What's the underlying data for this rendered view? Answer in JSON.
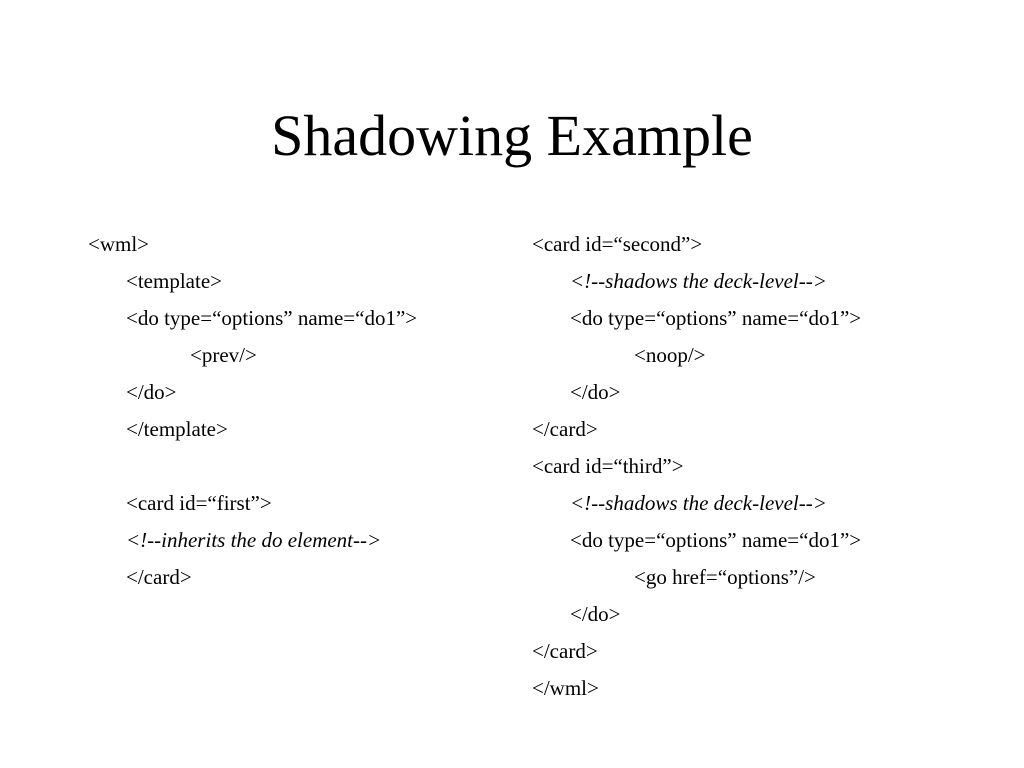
{
  "slide": {
    "title": "Shadowing Example",
    "left_column": [
      {
        "text": "<wml>",
        "indent": 0,
        "italic": false
      },
      {
        "text": "<template>",
        "indent": 1,
        "italic": false
      },
      {
        "text": "<do type=“options” name=“do1”>",
        "indent": 1,
        "italic": false
      },
      {
        "text": "<prev/>",
        "indent": 2,
        "italic": false
      },
      {
        "text": "</do>",
        "indent": 1,
        "italic": false
      },
      {
        "text": "</template>",
        "indent": 1,
        "italic": false
      },
      {
        "text": "",
        "indent": 1,
        "italic": false
      },
      {
        "text": "<card id=“first”>",
        "indent": 1,
        "italic": false
      },
      {
        "text": "<!--inherits the do element-->",
        "indent": 1,
        "italic": true
      },
      {
        "text": "</card>",
        "indent": 1,
        "italic": false
      }
    ],
    "right_column": [
      {
        "text": "<card id=“second”>",
        "indent": 0,
        "italic": false
      },
      {
        "text": "<!--shadows the deck-level-->",
        "indent": 1,
        "italic": true
      },
      {
        "text": "<do type=“options” name=“do1”>",
        "indent": 1,
        "italic": false
      },
      {
        "text": "<noop/>",
        "indent": 2,
        "italic": false
      },
      {
        "text": "</do>",
        "indent": 1,
        "italic": false
      },
      {
        "text": "</card>",
        "indent": 0,
        "italic": false
      },
      {
        "text": "<card id=“third”>",
        "indent": 0,
        "italic": false
      },
      {
        "text": "<!--shadows the deck-level-->",
        "indent": 1,
        "italic": true
      },
      {
        "text": "<do type=“options” name=“do1”>",
        "indent": 1,
        "italic": false
      },
      {
        "text": "<go href=“options”/>",
        "indent": 2,
        "italic": false
      },
      {
        "text": "</do>",
        "indent": 1,
        "italic": false
      },
      {
        "text": "</card>",
        "indent": 0,
        "italic": false
      },
      {
        "text": "</wml>",
        "indent": 0,
        "italic": false
      }
    ]
  }
}
